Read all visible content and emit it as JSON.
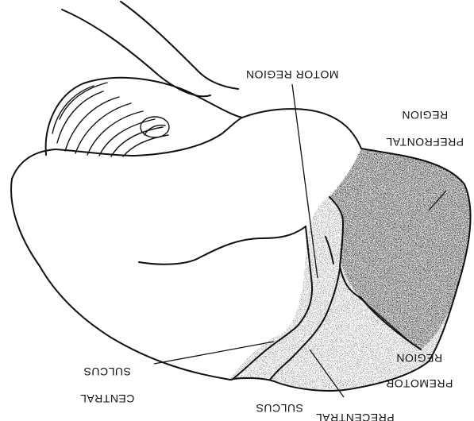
{
  "labels": {
    "motor_region": "MOTOR REGION",
    "prefrontal_line1": "PREFRONTAL",
    "prefrontal_line2": "REGION",
    "premotor_line1": "PREMOTOR",
    "premotor_line2": "REGION",
    "central_line1": "CENTRAL",
    "central_line2": "SULCUS",
    "precentral_line1": "PRECENTRAL",
    "precentral_line2": "SULCUS"
  },
  "colors": {
    "ink": "#111111",
    "stipple": "#555555",
    "background": "#ffffff"
  }
}
